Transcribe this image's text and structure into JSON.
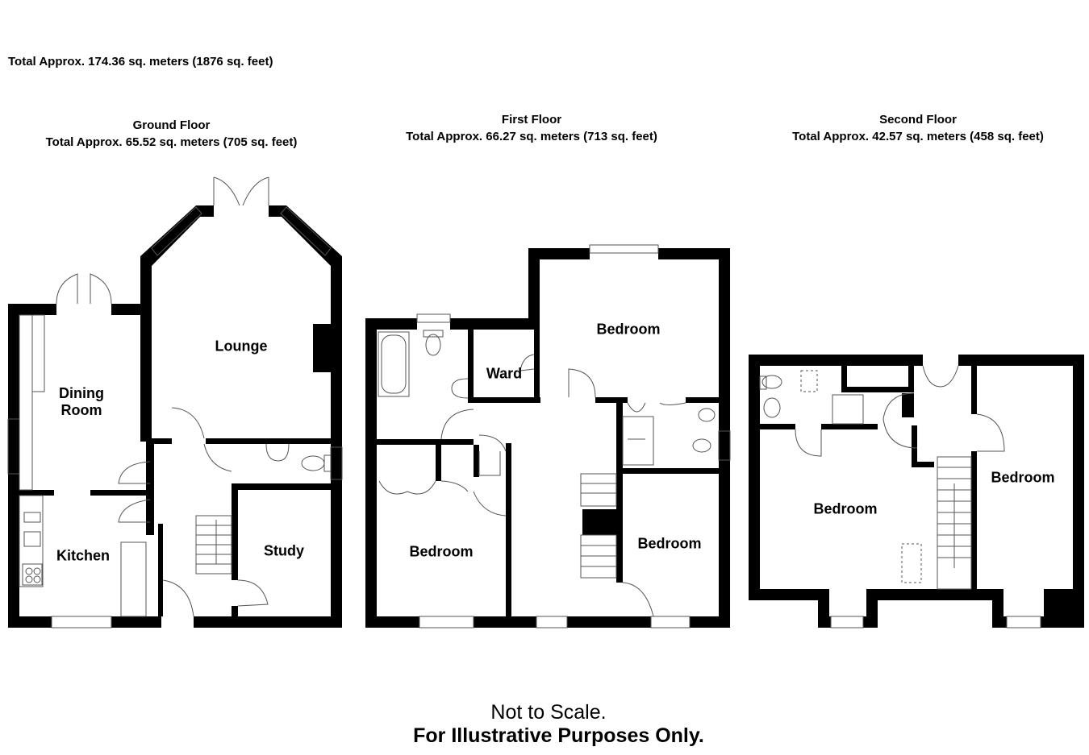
{
  "total_area": "Total Approx. 174.36 sq. meters (1876 sq. feet)",
  "floors": [
    {
      "name": "Ground Floor",
      "area": "Total Approx. 65.52 sq. meters (705 sq. feet)"
    },
    {
      "name": "First Floor",
      "area": "Total Approx. 66.27 sq. meters (713 sq. feet)"
    },
    {
      "name": "Second Floor",
      "area": "Total Approx. 42.57 sq. meters (458 sq. feet)"
    }
  ],
  "rooms": {
    "lounge": "Lounge",
    "dining_line1": "Dining",
    "dining_line2": "Room",
    "kitchen": "Kitchen",
    "study": "Study",
    "bedroom": "Bedroom",
    "ward": "Ward"
  },
  "disclaimer": {
    "line1": "Not to Scale.",
    "line2": "For Illustrative Purposes Only."
  },
  "colors": {
    "wall": "#000000",
    "fixture_line": "#555555",
    "background": "#ffffff"
  }
}
